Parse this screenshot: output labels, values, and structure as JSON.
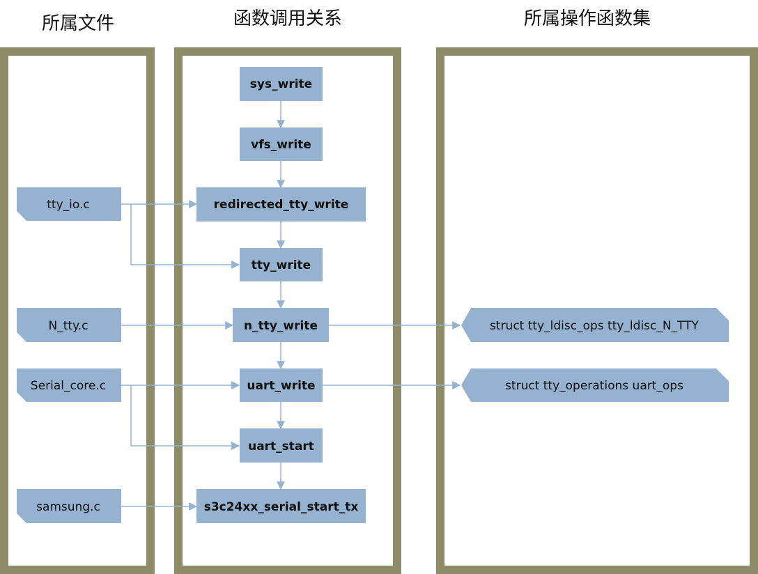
{
  "columns": {
    "files": "所属文件",
    "calls": "函数调用关系",
    "ops": "所属操作函数集"
  },
  "functions": {
    "sys_write": "sys_write",
    "vfs_write": "vfs_write",
    "redirected_tty_write": "redirected_tty_write",
    "tty_write": "tty_write",
    "n_tty_write": "n_tty_write",
    "uart_write": "uart_write",
    "uart_start": "uart_start",
    "s3c24xx_serial_start_tx": "s3c24xx_serial_start_tx"
  },
  "files": {
    "tty_io": "tty_io.c",
    "n_tty": "N_tty.c",
    "serial_core": "Serial_core.c",
    "samsung": "samsung.c"
  },
  "ops": {
    "ldisc": "struct tty_ldisc_ops tty_ldisc_N_TTY",
    "uart_ops": "struct tty_operations uart_ops"
  },
  "colors": {
    "panel_border": "#8c8c69",
    "box_fill": "#95b3d0",
    "connector": "#95b3d0"
  }
}
